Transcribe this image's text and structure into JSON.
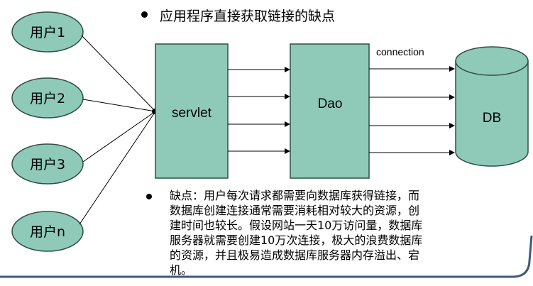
{
  "title": "应用程序直接获取链接的缺点",
  "users": [
    {
      "label": "用户1"
    },
    {
      "label": "用户2"
    },
    {
      "label": "用户3"
    },
    {
      "label": "用户n"
    }
  ],
  "servlet_label": "servlet",
  "dao_label": "Dao",
  "db_label": "DB",
  "connection_label": "connection",
  "note_text": "缺点：用户每次请求都需要向数据库获得链接，而\n数据库创建连接通常需要消耗相对较大的资源，创\n建时间也较长。假设网站一天10万访问量，数据库\n服务器就需要创建10万次连接，极大的浪费数据库\n的资源，并且极易造成数据库服务器内存溢出、宕\n机。",
  "colors": {
    "fill": "#8fcab8",
    "stroke": "#2e4f46",
    "frame": "#3d5a80"
  }
}
